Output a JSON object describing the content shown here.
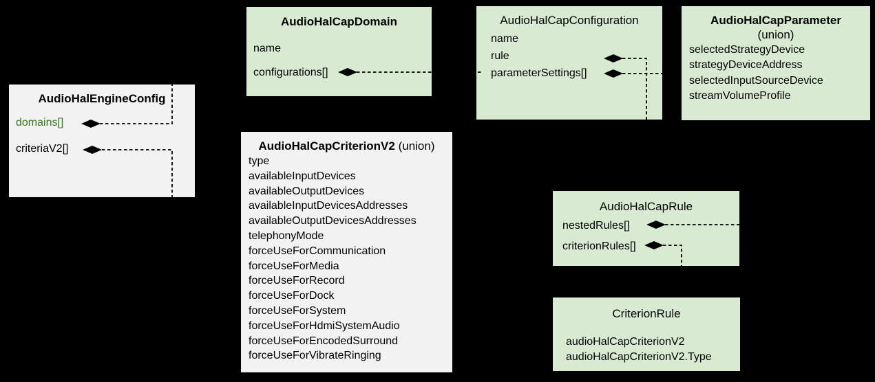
{
  "diagram": {
    "kind": "uml-class-diagram",
    "background": "#000000",
    "palette": {
      "green_box": "#d9ead3",
      "gray_box": "#f2f2f2",
      "line": "#000000",
      "green_text": "#38761d",
      "text": "#000000"
    },
    "boxes": [
      {
        "title": "AudioHalEngineConfig",
        "variant": "gray",
        "title_bold": true,
        "fields": [
          {
            "label": "domains[]",
            "diamond": true,
            "green": true
          },
          {
            "label": "criteriaV2[]",
            "diamond": true
          }
        ]
      },
      {
        "title": "AudioHalCapDomain",
        "variant": "green",
        "title_bold": true,
        "fields": [
          {
            "label": "name"
          },
          {
            "label": "configurations[]",
            "diamond": true
          }
        ]
      },
      {
        "title": "AudioHalCapConfiguration",
        "variant": "green",
        "title_bold": false,
        "fields": [
          {
            "label": "name"
          },
          {
            "label": "rule",
            "diamond": true
          },
          {
            "label": "parameterSettings[]",
            "diamond": true
          }
        ]
      },
      {
        "title": "AudioHalCapParameter",
        "subtitle": "(union)",
        "variant": "green",
        "title_bold": true,
        "fields": [
          {
            "label": "selectedStrategyDevice"
          },
          {
            "label": "strategyDeviceAddress"
          },
          {
            "label": "selectedInputSourceDevice"
          },
          {
            "label": "streamVolumeProfile"
          }
        ]
      },
      {
        "title": "AudioHalCapCriterionV2",
        "title_suffix": " (union)",
        "variant": "gray",
        "title_bold": true,
        "fields": [
          {
            "label": "type"
          },
          {
            "label": "availableInputDevices"
          },
          {
            "label": "availableOutputDevices"
          },
          {
            "label": "availableInputDevicesAddresses"
          },
          {
            "label": "availableOutputDevicesAddresses"
          },
          {
            "label": "telephonyMode"
          },
          {
            "label": "forceUseForCommunication"
          },
          {
            "label": "forceUseForMedia"
          },
          {
            "label": "forceUseForRecord"
          },
          {
            "label": "forceUseForDock"
          },
          {
            "label": "forceUseForSystem"
          },
          {
            "label": "forceUseForHdmiSystemAudio"
          },
          {
            "label": "forceUseForEncodedSurround"
          },
          {
            "label": "forceUseForVibrateRinging"
          }
        ]
      },
      {
        "title": "AudioHalCapRule",
        "variant": "green",
        "title_bold": false,
        "fields": [
          {
            "label": "nestedRules[]",
            "diamond": true
          },
          {
            "label": "criterionRules[]",
            "diamond": true
          }
        ]
      },
      {
        "title": "CriterionRule",
        "variant": "green",
        "title_bold": false,
        "fields": [
          {
            "label": "audioHalCapCriterionV2"
          },
          {
            "label": "audioHalCapCriterionV2.Type"
          }
        ]
      }
    ],
    "relations": [
      {
        "from": "AudioHalEngineConfig.domains[]",
        "to": "AudioHalCapDomain",
        "kind": "composition",
        "line_style": "dashed"
      },
      {
        "from": "AudioHalEngineConfig.criteriaV2[]",
        "to": "AudioHalCapCriterionV2",
        "kind": "composition",
        "line_style": "dashed"
      },
      {
        "from": "AudioHalCapDomain.configurations[]",
        "to": "AudioHalCapConfiguration",
        "kind": "composition",
        "line_style": "dashed"
      },
      {
        "from": "AudioHalCapConfiguration.rule",
        "to": "AudioHalCapRule",
        "kind": "composition",
        "line_style": "dashed"
      },
      {
        "from": "AudioHalCapConfiguration.parameterSettings[]",
        "to": "AudioHalCapParameter",
        "kind": "composition",
        "line_style": "dashed"
      },
      {
        "from": "AudioHalCapRule.nestedRules[]",
        "to": "AudioHalCapRule",
        "kind": "composition",
        "line_style": "dashed"
      },
      {
        "from": "AudioHalCapRule.criterionRules[]",
        "to": "CriterionRule",
        "kind": "composition",
        "line_style": "dashed"
      }
    ]
  }
}
